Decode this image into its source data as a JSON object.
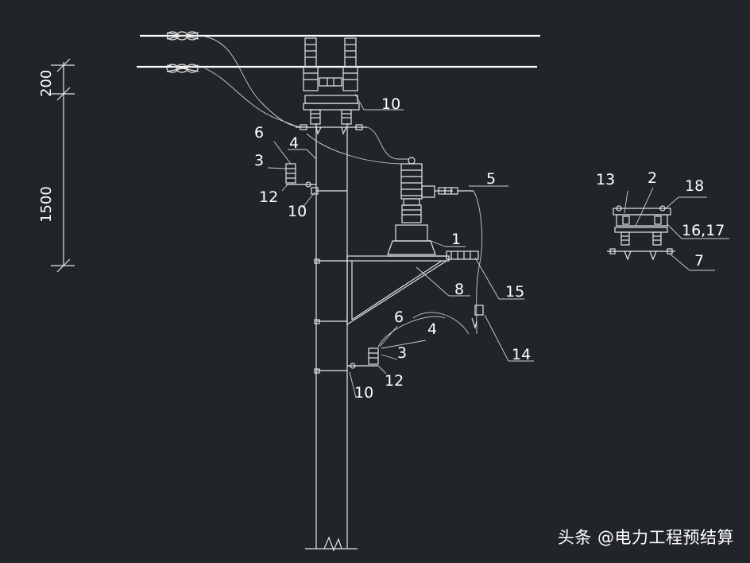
{
  "dimensions": {
    "top": "200",
    "main": "1500"
  },
  "callouts": {
    "c1": "1",
    "c2": "2",
    "c3a": "3",
    "c3b": "3",
    "c4a": "4",
    "c4b": "4",
    "c5": "5",
    "c6a": "6",
    "c6b": "6",
    "c7": "7",
    "c8": "8",
    "c10a": "10",
    "c10b": "10",
    "c10c": "10",
    "c12a": "12",
    "c12b": "12",
    "c13": "13",
    "c14": "14",
    "c15": "15",
    "c1617": "16,17",
    "c18": "18"
  },
  "watermark": "头条 @电力工程预结算",
  "colors": {
    "background": "#212428",
    "lines": "#e6e6e6"
  }
}
